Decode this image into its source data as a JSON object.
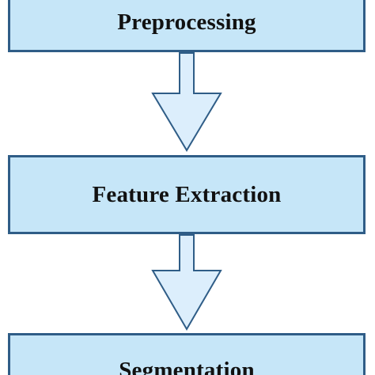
{
  "diagram": {
    "nodes": [
      {
        "id": "preprocessing",
        "label": "Preprocessing"
      },
      {
        "id": "feature-extraction",
        "label": "Feature Extraction"
      },
      {
        "id": "segmentation",
        "label": "Segmentation"
      }
    ],
    "edges": [
      {
        "from": "preprocessing",
        "to": "feature-extraction"
      },
      {
        "from": "feature-extraction",
        "to": "segmentation"
      }
    ],
    "colors": {
      "box_fill": "#c6e6f8",
      "box_border": "#2f5d87",
      "arrow_fill": "#dceefc",
      "arrow_stroke": "#2f5d87",
      "text": "#111111"
    }
  }
}
